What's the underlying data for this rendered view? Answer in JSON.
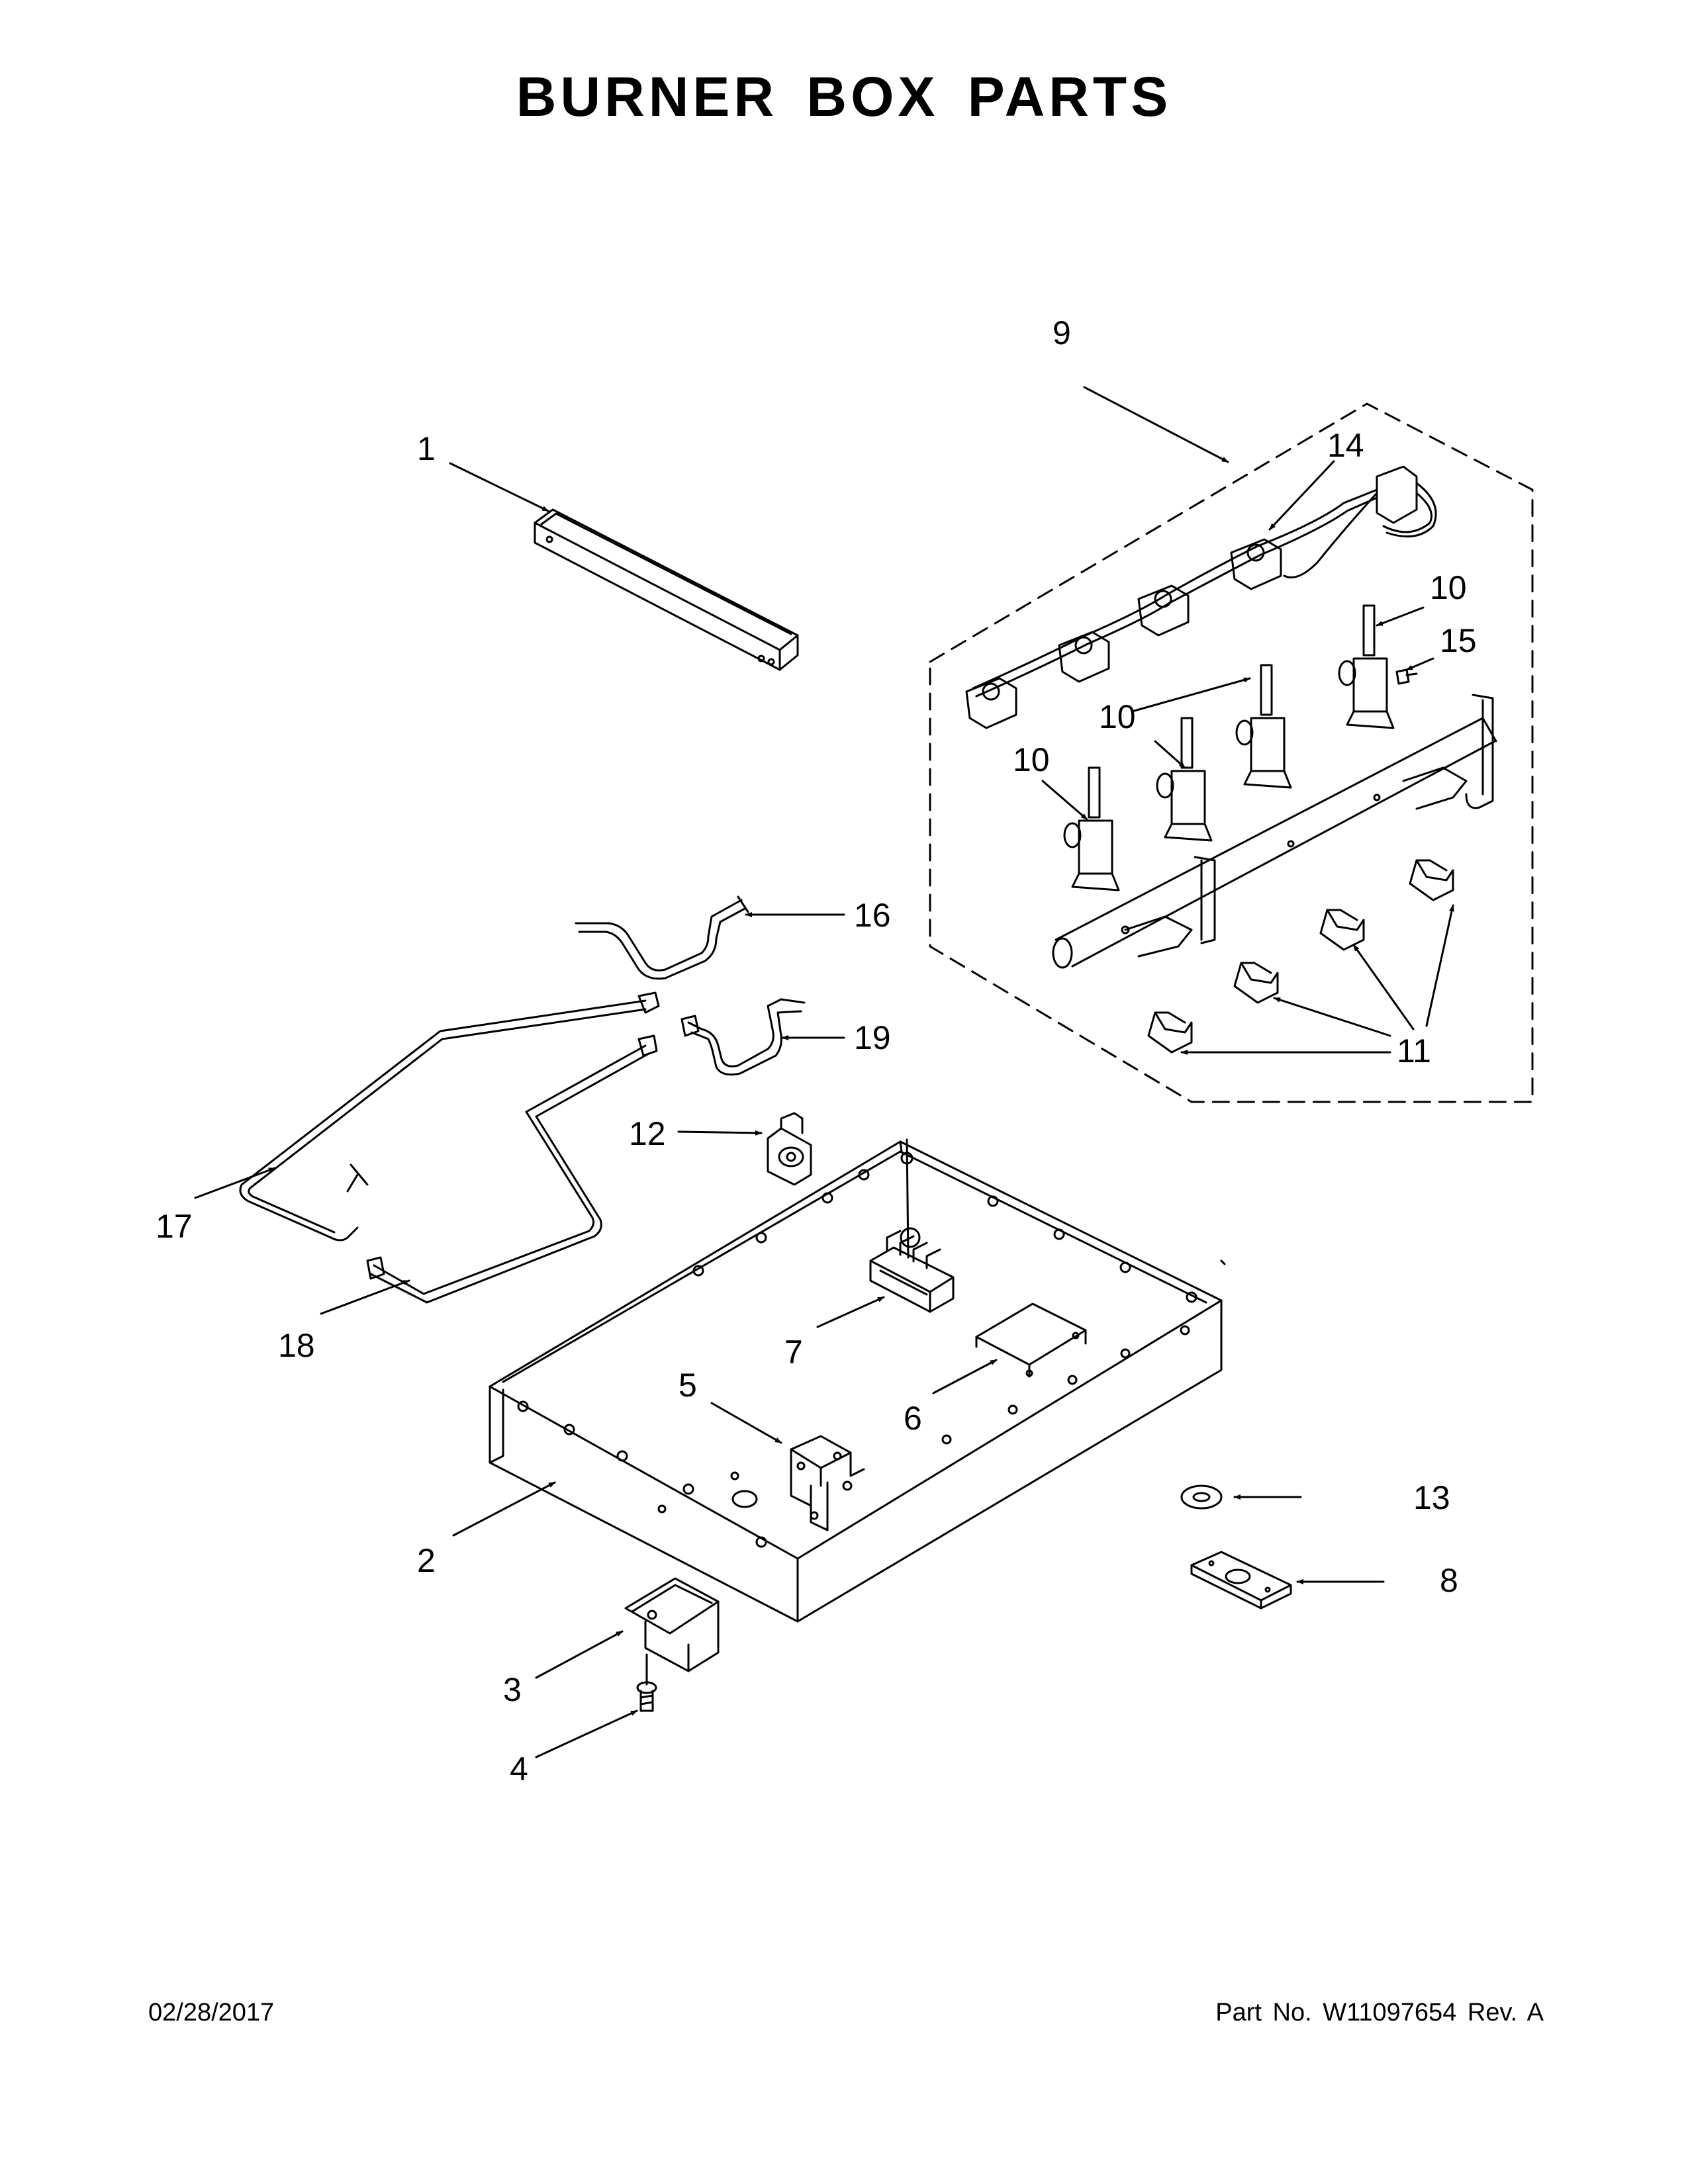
{
  "title": "BURNER BOX PARTS",
  "footer": {
    "date": "02/28/2017",
    "part_number": "Part No.  W11097654  Rev.  A"
  },
  "callouts": {
    "c1": "1",
    "c2": "2",
    "c3": "3",
    "c4": "4",
    "c5": "5",
    "c6": "6",
    "c7": "7",
    "c8": "8",
    "c9": "9",
    "c10": "10",
    "c11": "11",
    "c12": "12",
    "c13": "13",
    "c14": "14",
    "c15": "15",
    "c16": "16",
    "c17": "17",
    "c18": "18",
    "c19": "19"
  }
}
